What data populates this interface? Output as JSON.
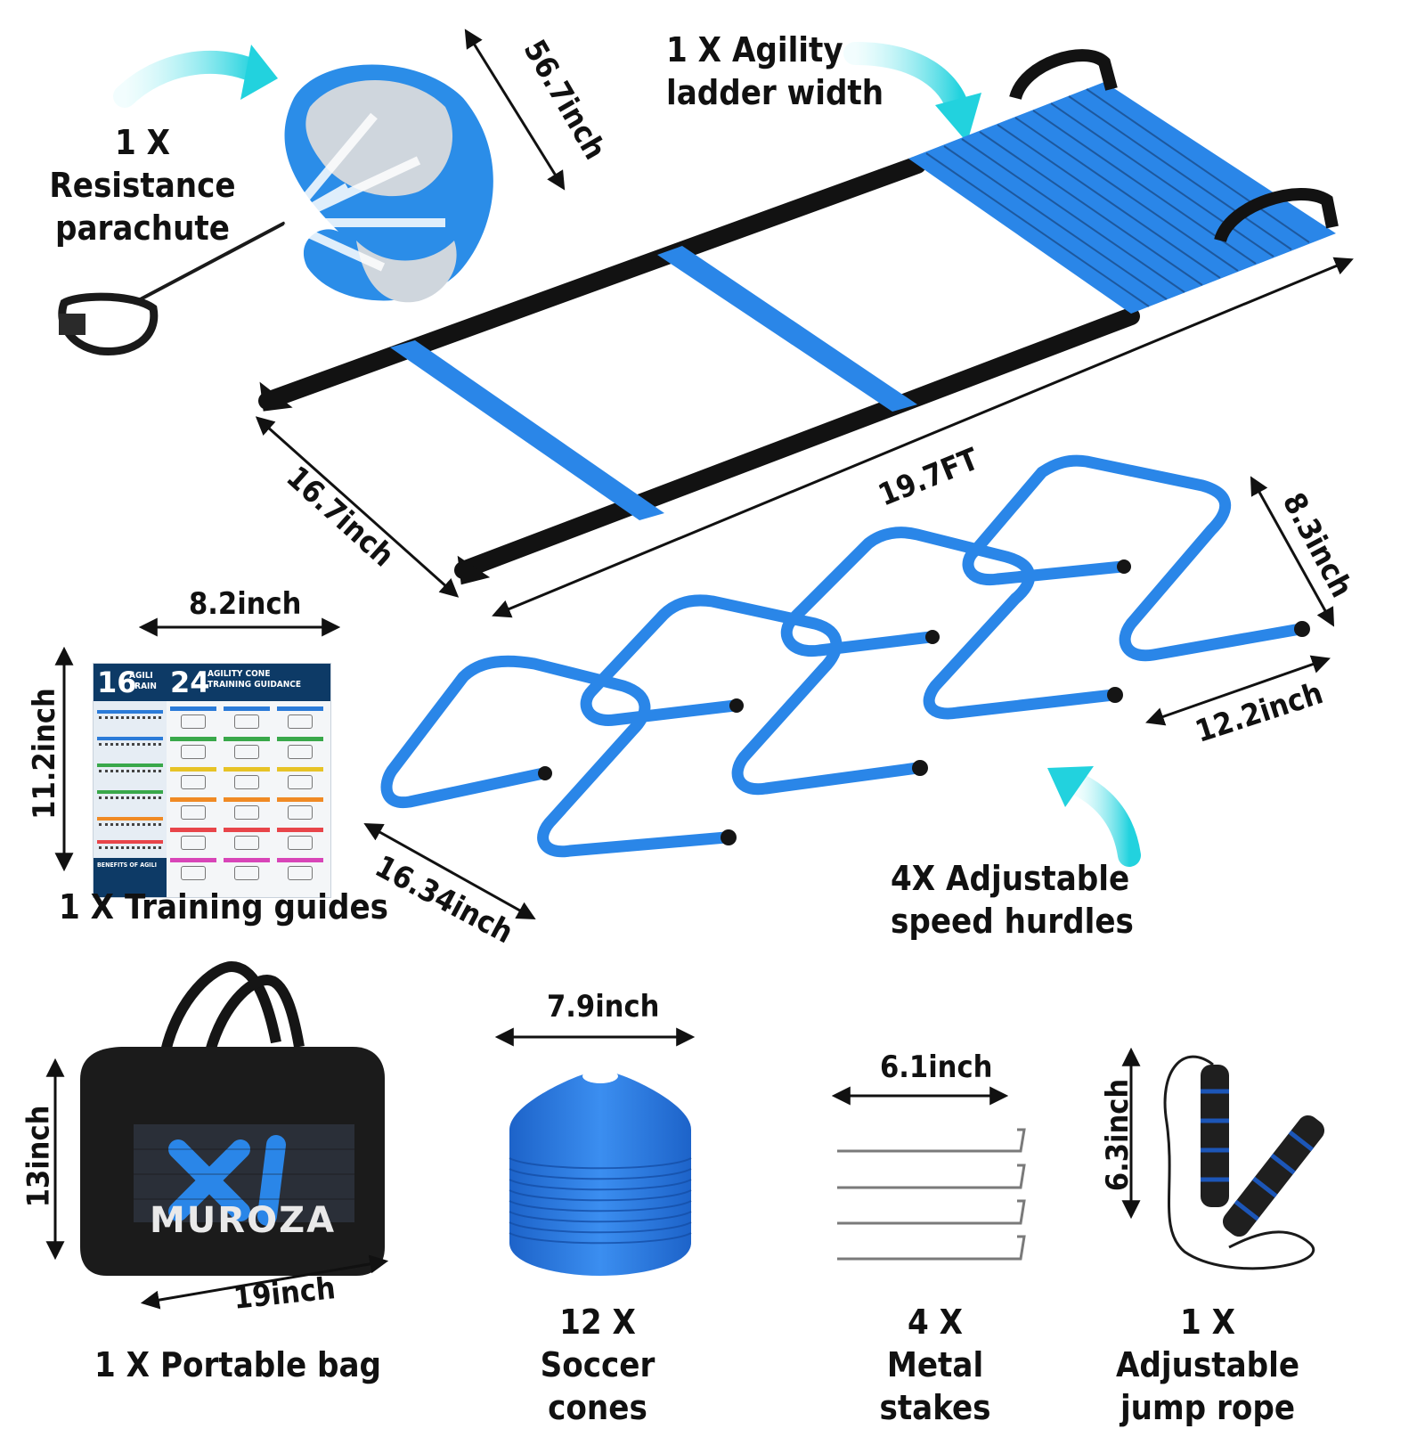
{
  "labels": {
    "parachute": "1 X Resistance\nparachute",
    "ladder_width": "1 X Agility\nladder width",
    "training_guides": "1 X Training guides",
    "hurdles": "4X Adjustable\nspeed hurdles",
    "bag": "1 X Portable bag",
    "cones": "12 X\nSoccer cones",
    "stakes": "4 X\nMetal stakes",
    "jump_rope": "1 X Adjustable\njump rope"
  },
  "dimensions": {
    "parachute": "56.7inch",
    "ladder_rung": "16.7inch",
    "ladder_length": "19.7FT",
    "hurdle_height": "8.3inch",
    "hurdle_width": "12.2inch",
    "hurdle_depth": "16.34inch",
    "guide_width": "8.2inch",
    "guide_height": "11.2inch",
    "bag_height": "13inch",
    "bag_width": "19inch",
    "cone_width": "7.9inch",
    "stake_width": "6.1inch",
    "rope_height": "6.3inch"
  },
  "poster": {
    "num_left": "16",
    "title_left": "AGILI\nTRAIN",
    "num_right": "24",
    "title_right": "AGILITY CONE\nTRAINING GUIDANCE",
    "footer": "BENEFITS OF AGILI"
  },
  "brand": "MUROZA",
  "colors": {
    "product_blue": "#2a86e8",
    "arrow_teal": "#33d6e0",
    "strap_black": "#121212",
    "poster_navy": "#0d3a66"
  }
}
